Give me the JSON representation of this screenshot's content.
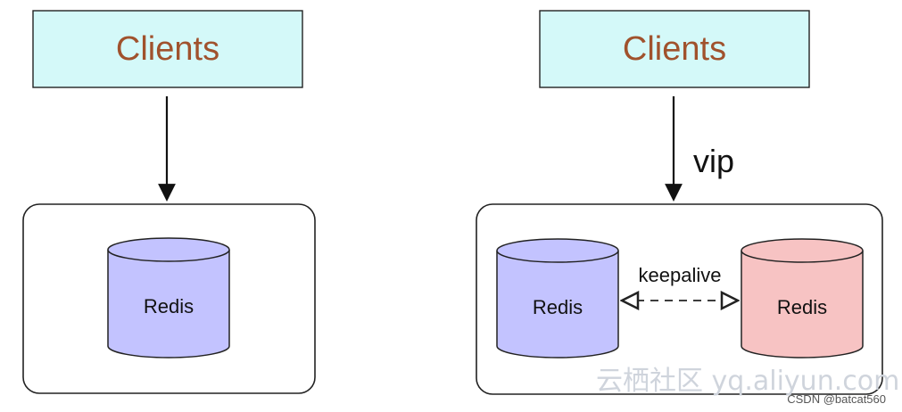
{
  "left": {
    "clients_label": "Clients",
    "redis_label": "Redis"
  },
  "right": {
    "clients_label": "Clients",
    "vip_label": "vip",
    "keepalive_label": "keepalive",
    "redis_primary_label": "Redis",
    "redis_backup_label": "Redis"
  },
  "watermark": {
    "text": "云栖社区 yq.aliyun.com",
    "credit": "CSDN @batcat560"
  },
  "colors": {
    "clients_fill": "#d4f9f9",
    "clients_text": "#a0522d",
    "redis_primary_fill": "#c3c3ff",
    "redis_backup_fill": "#f7c3c3",
    "stroke": "#222222",
    "watermark": "#cfd4dc"
  }
}
